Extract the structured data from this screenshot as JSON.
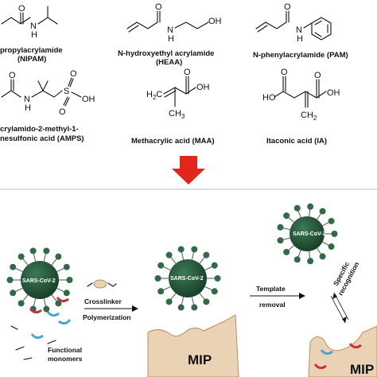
{
  "monomers": {
    "nipam": {
      "label_line1": "propylacrylamide",
      "label_line2": "(NIPAM)"
    },
    "heaa": {
      "label_line1": "N-hydroxyethyl acrylamide",
      "label_line2": "(HEAA)"
    },
    "pam": {
      "label_line1": "N-phenylacrylamide (PAM)"
    },
    "amps": {
      "label_line1": "crylamido-2-methyl-1-",
      "label_line2": "nesulfonic acid (AMPS)"
    },
    "maa": {
      "label_line1": "Methacrylic acid (MAA)"
    },
    "ia": {
      "label_line1": "Itaconic acid (IA)"
    }
  },
  "atoms": {
    "O": "O",
    "N": "N",
    "H": "H",
    "OH": "OH",
    "HO": "HO",
    "S": "S",
    "H2C": "H",
    "CH3": "CH",
    "CH2": "CH",
    "sub2": "2",
    "sub3": "3"
  },
  "arrow": {
    "color": "#e1261c"
  },
  "scheme": {
    "virus_label": "SARS-CoV-2",
    "crosslinker_label": "Crosslinker",
    "polymerization_label": "Polymerization",
    "template_label": "Template",
    "removal_label": "removal",
    "functional_label": "Functional",
    "monomers_label": "monomers",
    "mip_label": "MIP",
    "specific_label": "Specific",
    "recognition_label": "recognition"
  },
  "colors": {
    "virus": "#1f4f33",
    "spike": "#2f6b45",
    "polymer": "#e9d3b4",
    "polymer_edge": "#b98f60",
    "monomer_blue": "#49a6cf",
    "monomer_red": "#c8323c"
  }
}
